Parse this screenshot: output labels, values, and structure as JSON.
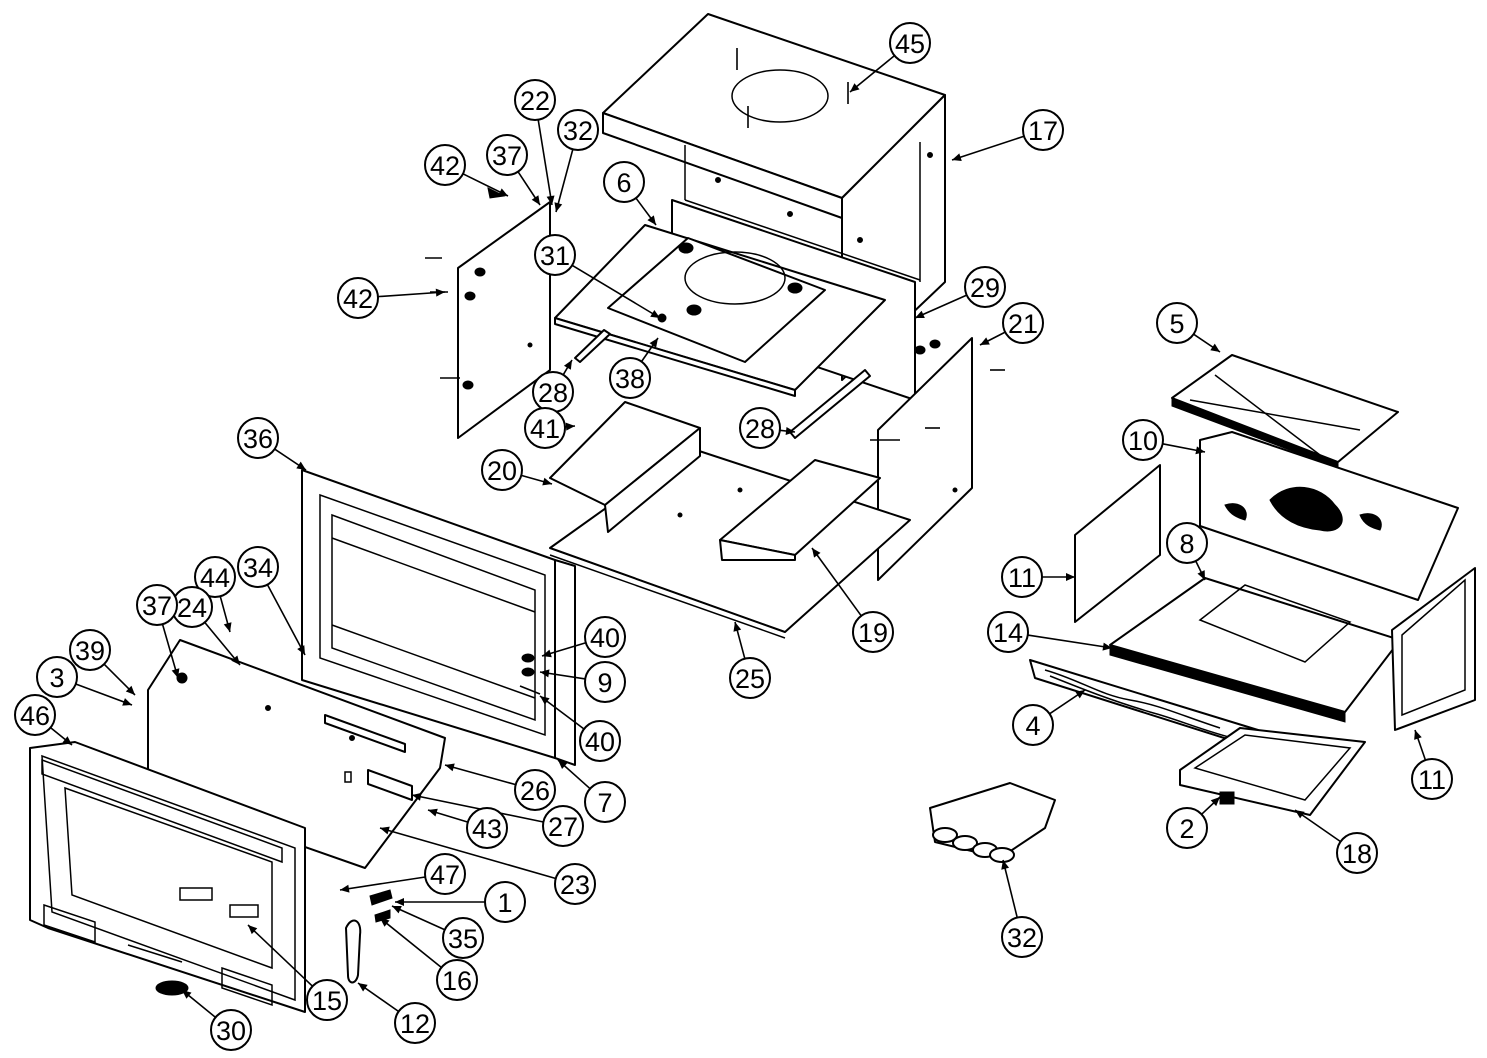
{
  "diagram": {
    "type": "exploded-parts-diagram",
    "callouts": [
      "45",
      "17",
      "22",
      "32",
      "42",
      "37",
      "6",
      "31",
      "29",
      "21",
      "42",
      "28",
      "38",
      "41",
      "28",
      "20",
      "36",
      "19",
      "25",
      "44",
      "34",
      "24",
      "37",
      "39",
      "3",
      "40",
      "9",
      "40",
      "46",
      "26",
      "7",
      "27",
      "43",
      "23",
      "47",
      "1",
      "35",
      "16",
      "15",
      "12",
      "30",
      "5",
      "10",
      "11",
      "8",
      "14",
      "11",
      "4",
      "2",
      "18",
      "32"
    ]
  }
}
